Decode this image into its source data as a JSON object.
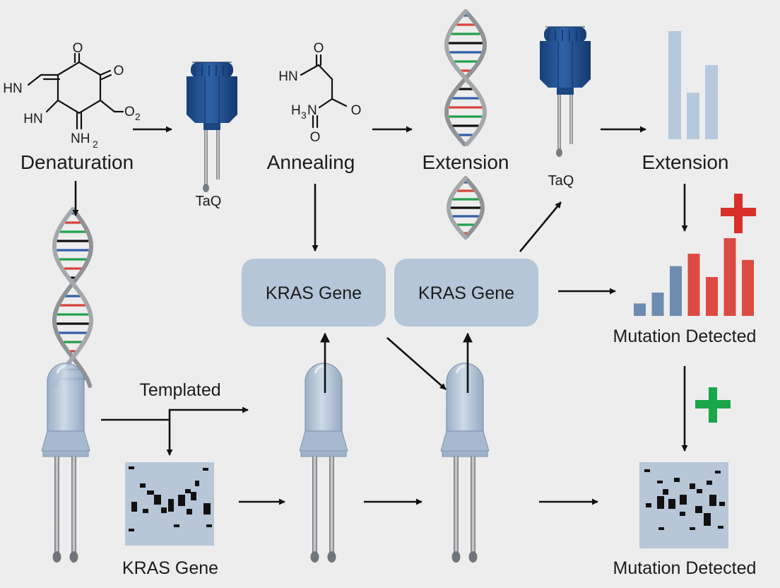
{
  "labels": {
    "denaturation": "Denaturation",
    "annealing": "Annealing",
    "extension_1": "Extension",
    "extension_2": "Extension",
    "taq_1": "TaQ",
    "taq_2": "TaQ",
    "kras_box_1": "KRAS Gene",
    "kras_box_2": "KRAS Gene",
    "kras_bottom": "KRAS Gene",
    "templated": "Templated",
    "mutation_1": "Mutation Detected",
    "mutation_2": "Mutation Detected"
  },
  "chem_1": {
    "o_top": "O",
    "o_right": "O",
    "hn_left": "HN",
    "hn_mid": "HN",
    "nh2": "NH",
    "nh2_sub": "2",
    "o2": "O",
    "o2_sub": "2"
  },
  "chem_2": {
    "o_top": "O",
    "hn": "HN",
    "h3n": "H",
    "h3n_sub": "3",
    "h3n_n": "N",
    "o_right": "O",
    "o_bottom": "O"
  },
  "colors": {
    "box_fill": "#b4c6d8",
    "bar_blue": "#6e8bb0",
    "bar_red": "#dd4a42",
    "bar_pale": "#b6c8dc",
    "plus_red": "#d8302b",
    "plus_green": "#1aa64a",
    "dna_backbone": "#8f9396",
    "taq_blue": "#1f4d8c"
  },
  "chart_pale": {
    "values": [
      8.6,
      3.7,
      5.9
    ]
  },
  "chart_mutation": {
    "values": [
      0.8,
      1.5,
      3.2,
      4.0,
      2.5,
      5.0,
      3.6
    ]
  }
}
